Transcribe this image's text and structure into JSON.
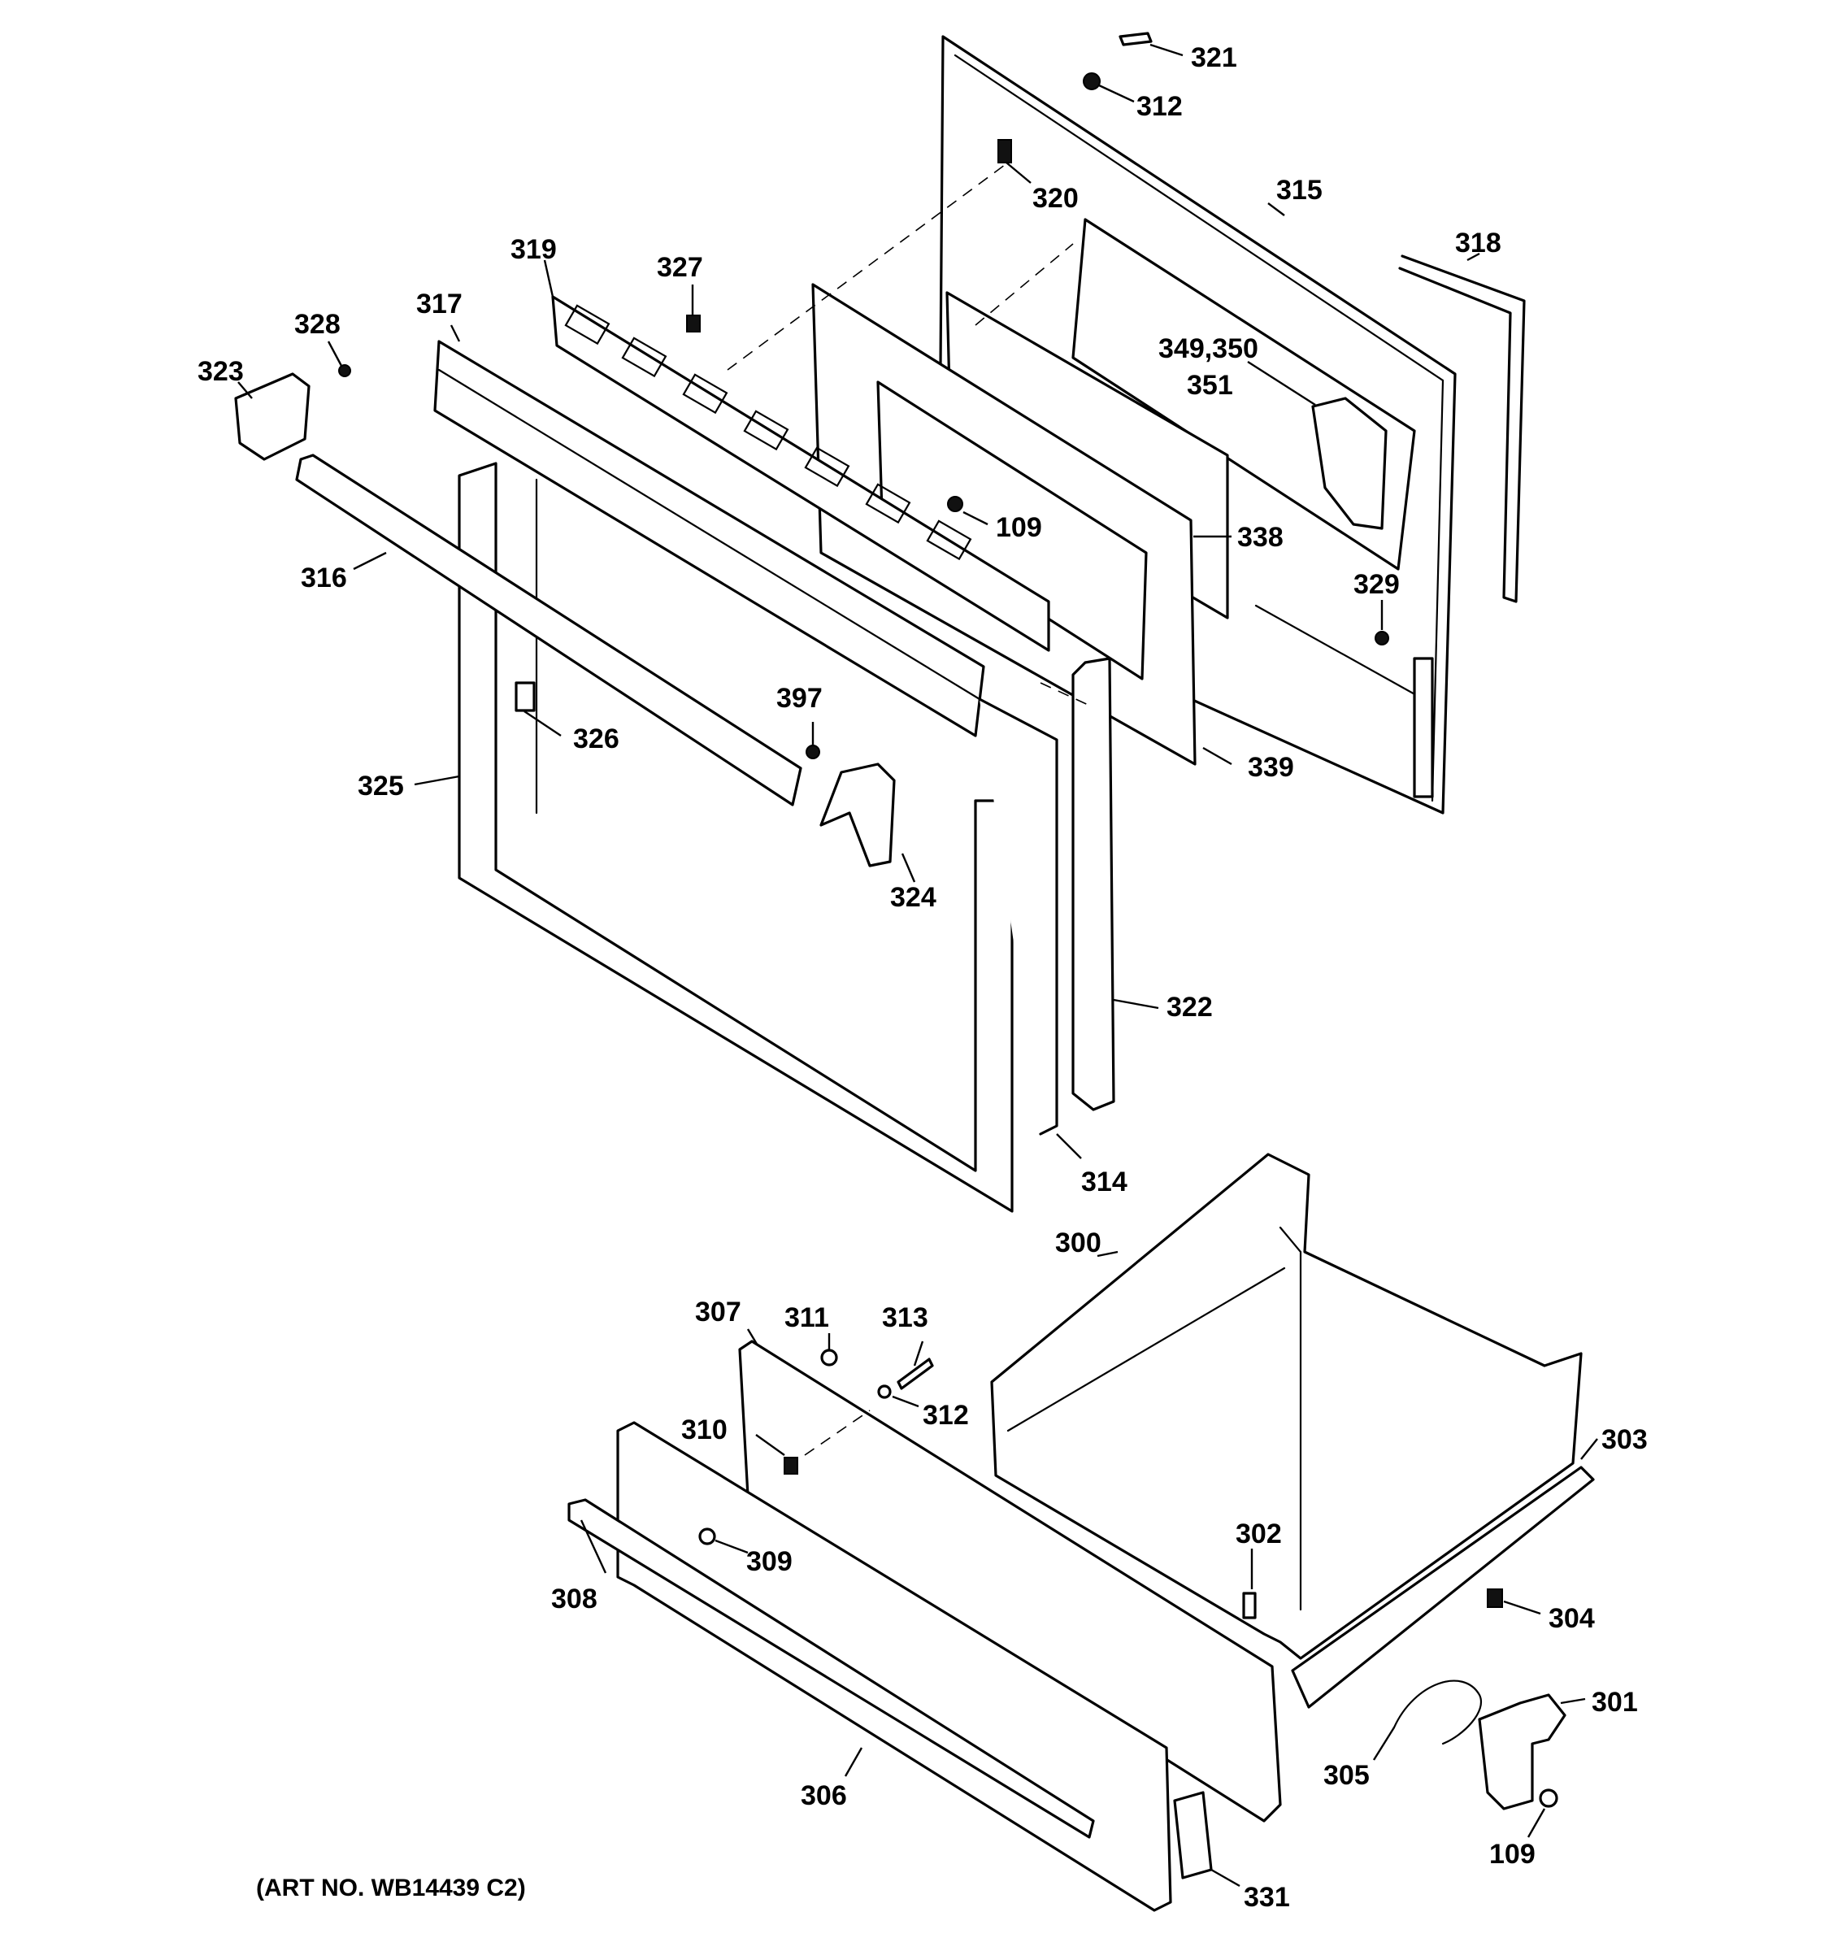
{
  "caption": "(ART NO. WB14439 C2)",
  "labels": {
    "p321": "321",
    "p312a": "312",
    "p320": "320",
    "p315": "315",
    "p318": "318",
    "p319": "319",
    "p327": "327",
    "p317": "317",
    "p328": "328",
    "p323": "323",
    "p349": "349,350",
    "p351": "351",
    "p109a": "109",
    "p338": "338",
    "p316": "316",
    "p329": "329",
    "p397": "397",
    "p326": "326",
    "p325": "325",
    "p339": "339",
    "p324": "324",
    "p322": "322",
    "p314": "314",
    "p300": "300",
    "p307": "307",
    "p311": "311",
    "p313": "313",
    "p312b": "312",
    "p310": "310",
    "p303": "303",
    "p309": "309",
    "p302": "302",
    "p308": "308",
    "p304": "304",
    "p301": "301",
    "p305": "305",
    "p306": "306",
    "p109b": "109",
    "p331": "331"
  }
}
